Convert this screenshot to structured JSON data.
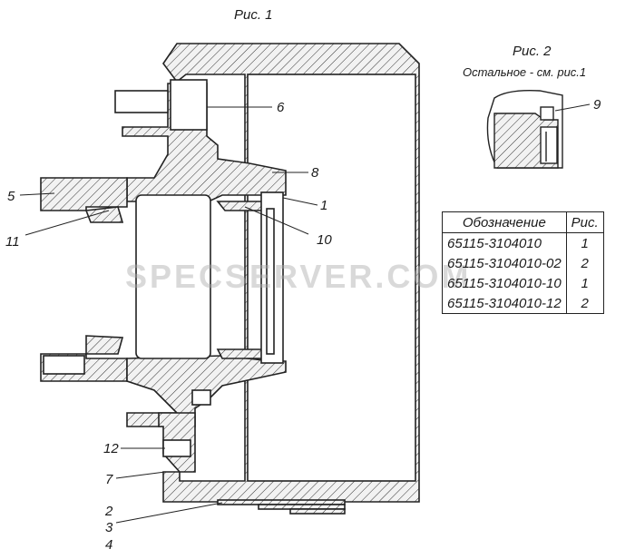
{
  "fig1_title": "Рис. 1",
  "fig2_title": "Рис. 2",
  "fig2_subtitle": "Остальное - см. рис.1",
  "watermark": "SPECSERVER.COM",
  "callouts": {
    "c1": "1",
    "c2": "2",
    "c3": "3",
    "c4": "4",
    "c5": "5",
    "c6": "6",
    "c7": "7",
    "c8": "8",
    "c9": "9",
    "c10": "10",
    "c11": "11",
    "c12": "12"
  },
  "table": {
    "headers": [
      "Обозначение",
      "Рис."
    ],
    "rows": [
      [
        "65115-3104010",
        "1"
      ],
      [
        "65115-3104010-02",
        "2"
      ],
      [
        "65115-3104010-10",
        "1"
      ],
      [
        "65115-3104010-12",
        "2"
      ]
    ]
  }
}
